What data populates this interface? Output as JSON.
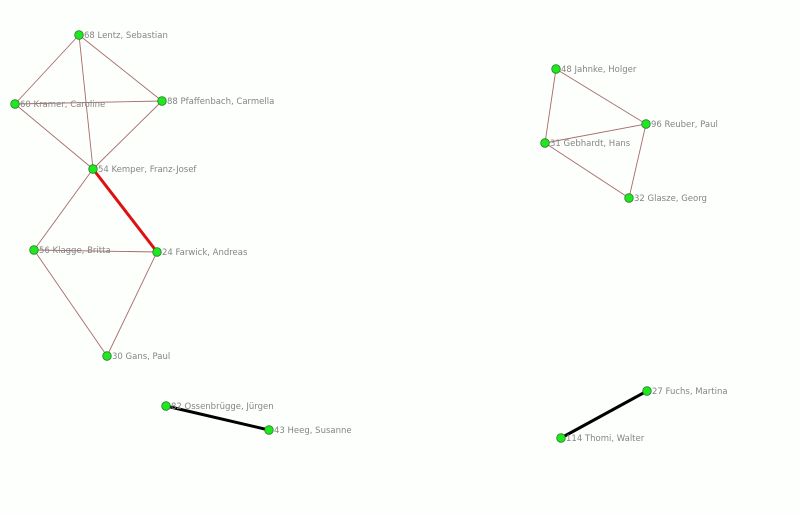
{
  "colors": {
    "edge": "#a86a6a",
    "highlight": "#e01010",
    "strong": "#000000",
    "node": "#1fe81f"
  },
  "nodes": [
    {
      "id": "68",
      "label": "68 Lentz, Sebastian"
    },
    {
      "id": "60",
      "label": "60 Kramer, Caroline"
    },
    {
      "id": "88",
      "label": "88 Pfaffenbach, Carmella"
    },
    {
      "id": "54",
      "label": "54 Kemper, Franz-Josef"
    },
    {
      "id": "56",
      "label": "56 Klagge, Britta"
    },
    {
      "id": "24",
      "label": "24 Farwick, Andreas"
    },
    {
      "id": "30",
      "label": "30 Gans, Paul"
    },
    {
      "id": "48",
      "label": "48 Jahnke, Holger"
    },
    {
      "id": "96",
      "label": "96 Reuber, Paul"
    },
    {
      "id": "31",
      "label": "31 Gebhardt, Hans"
    },
    {
      "id": "32",
      "label": "32 Glasze, Georg"
    },
    {
      "id": "82",
      "label": "82 Ossenbrügge, Jürgen"
    },
    {
      "id": "43",
      "label": "43 Heeg, Susanne"
    },
    {
      "id": "27",
      "label": "27 Fuchs, Martina"
    },
    {
      "id": "114",
      "label": "114 Thomi, Walter"
    }
  ],
  "edges": [
    {
      "from": "68",
      "to": "60",
      "type": "normal"
    },
    {
      "from": "68",
      "to": "88",
      "type": "normal"
    },
    {
      "from": "68",
      "to": "54",
      "type": "normal"
    },
    {
      "from": "60",
      "to": "88",
      "type": "normal"
    },
    {
      "from": "60",
      "to": "54",
      "type": "normal"
    },
    {
      "from": "88",
      "to": "54",
      "type": "normal"
    },
    {
      "from": "54",
      "to": "24",
      "type": "highlight"
    },
    {
      "from": "54",
      "to": "56",
      "type": "normal"
    },
    {
      "from": "56",
      "to": "24",
      "type": "normal"
    },
    {
      "from": "56",
      "to": "30",
      "type": "normal"
    },
    {
      "from": "24",
      "to": "30",
      "type": "normal"
    },
    {
      "from": "48",
      "to": "96",
      "type": "normal"
    },
    {
      "from": "48",
      "to": "31",
      "type": "normal"
    },
    {
      "from": "31",
      "to": "96",
      "type": "normal"
    },
    {
      "from": "31",
      "to": "32",
      "type": "normal"
    },
    {
      "from": "96",
      "to": "32",
      "type": "normal"
    },
    {
      "from": "82",
      "to": "43",
      "type": "strong"
    },
    {
      "from": "27",
      "to": "114",
      "type": "strong"
    }
  ]
}
